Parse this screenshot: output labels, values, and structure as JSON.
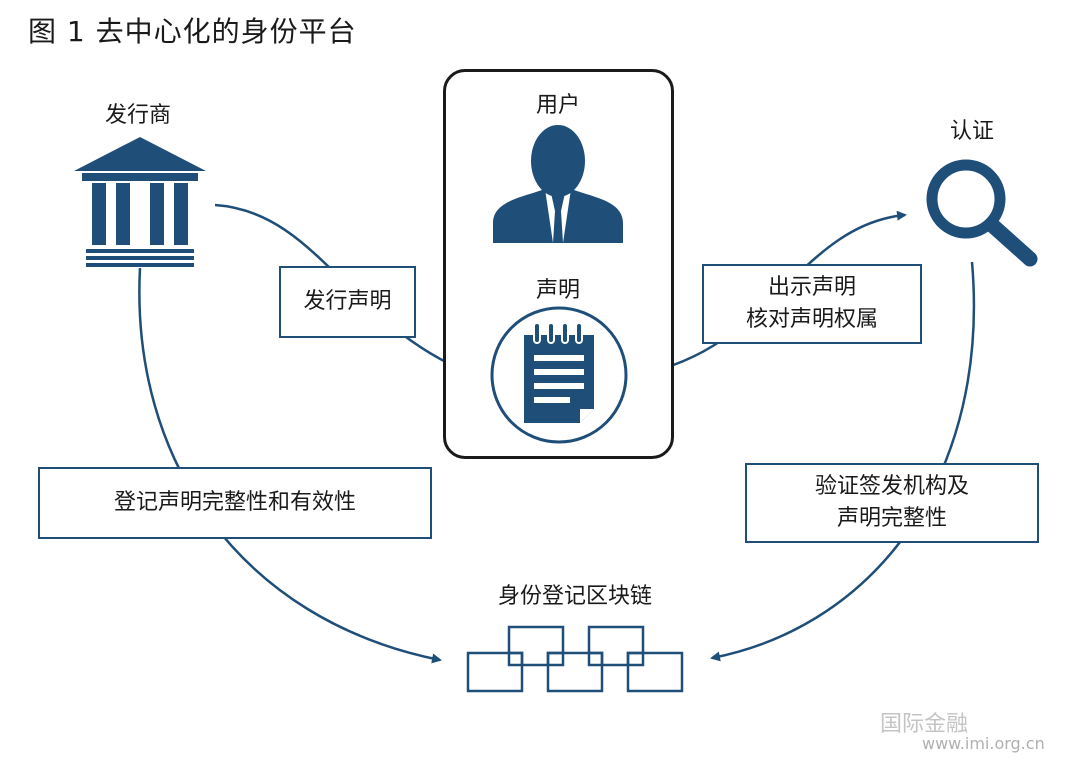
{
  "title": "图 1  去中心化的身份平台",
  "nodes": {
    "issuer": {
      "label": "发行商",
      "icon": "bank-building-icon"
    },
    "user": {
      "label": "用户",
      "icon": "person-icon"
    },
    "claim": {
      "label": "声明",
      "icon": "notepad-document-icon"
    },
    "verifier": {
      "label": "认证",
      "icon": "magnifier-icon"
    },
    "registry": {
      "label": "身份登记区块链",
      "icon": "chain-blocks-icon"
    }
  },
  "edges": {
    "issue_claim": {
      "line1": "发行声明"
    },
    "present_claim": {
      "line1": "出示声明",
      "line2": "核对声明权属"
    },
    "register": {
      "line1": "登记声明完整性和有效性"
    },
    "verify": {
      "line1": "验证签发机构及",
      "line2": "声明完整性"
    }
  },
  "watermark": {
    "line1": "国际金融",
    "line2": "www.imi.org.cn"
  },
  "colors": {
    "accent": "#1f4e79",
    "panel_border": "#1a1a1a",
    "text": "#1a1a1a"
  }
}
